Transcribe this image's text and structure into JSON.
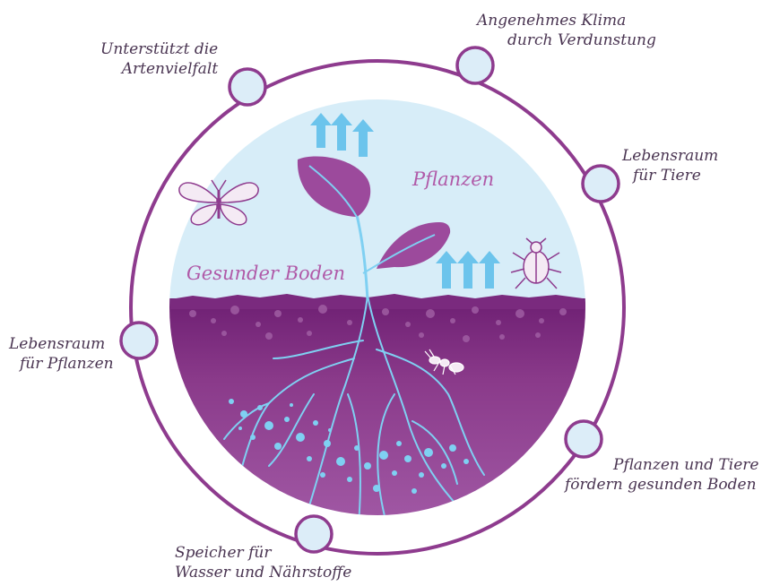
{
  "diagram": {
    "center_labels": {
      "plants": "Pflanzen",
      "soil": "Gesunder Boden"
    },
    "outer_labels": [
      {
        "id": "biodiversity",
        "lines": [
          "Unterstützt die",
          "Artenvielfalt"
        ]
      },
      {
        "id": "climate",
        "lines": [
          "Angenehmes Klima",
          "durch Verdunstung"
        ]
      },
      {
        "id": "animal-habitat",
        "lines": [
          "Lebensraum",
          "für Tiere"
        ]
      },
      {
        "id": "plant-habitat",
        "lines": [
          "Lebensraum",
          "für Pflanzen"
        ]
      },
      {
        "id": "healthy-soil",
        "lines": [
          "Pflanzen und Tiere",
          "fördern gesunden Boden"
        ]
      },
      {
        "id": "storage",
        "lines": [
          "Speicher für",
          "Wasser und Nährstoffe"
        ]
      }
    ],
    "colors": {
      "ring": "#8e3b8e",
      "sky": "#d7edf8",
      "soil": "#8c3a8c",
      "leaf": "#9c4a9c",
      "root": "#7fd0f2",
      "arrow": "#6cc4ec",
      "node_fill": "#dcedf8"
    }
  }
}
